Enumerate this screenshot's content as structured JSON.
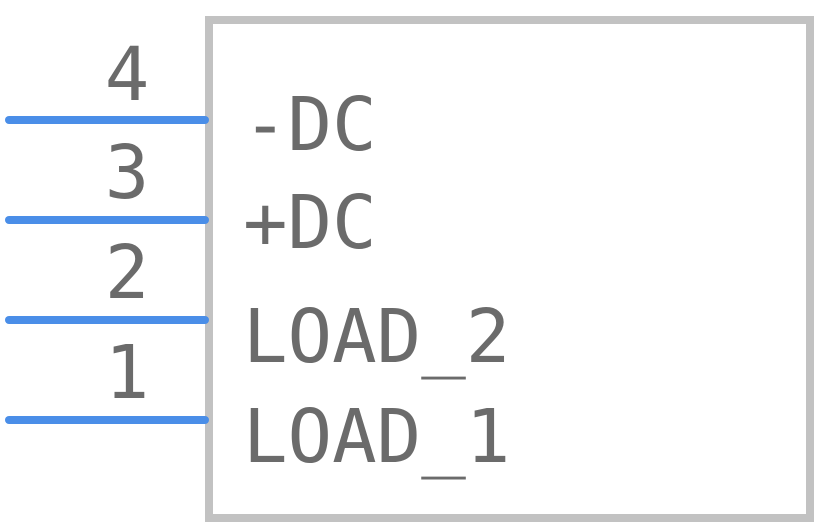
{
  "component": {
    "pins": [
      {
        "number": "4",
        "name": "-DC"
      },
      {
        "number": "3",
        "name": "+DC"
      },
      {
        "number": "2",
        "name": "LOAD_2"
      },
      {
        "number": "1",
        "name": "LOAD_1"
      }
    ]
  },
  "colors": {
    "pin_line": "#4a8ee8",
    "body_outline": "#c2c2c2",
    "text": "#6b6b6b"
  }
}
